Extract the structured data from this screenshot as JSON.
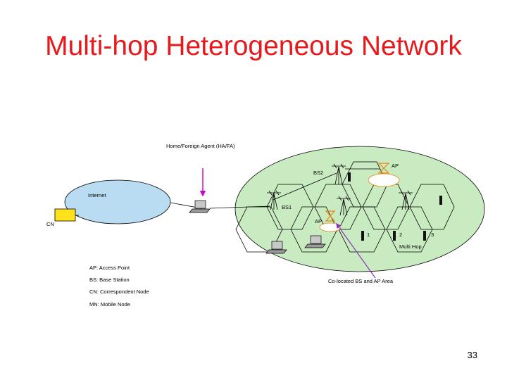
{
  "title": "Multi-hop Heterogeneous Network",
  "labels": {
    "agent": "Home/Foreign Agent (HA/FA)",
    "internet": "Internet",
    "bs1": "BS1",
    "bs2": "BS2",
    "ap_top": "AP",
    "ap_mid": "AP",
    "cn": "CN",
    "hop1": "1",
    "hop2": "2",
    "hop3": "3",
    "multi_hop": "Multi Hop",
    "colocated": "Co-located BS and AP Area"
  },
  "legend": [
    "AP: Access Point",
    "BS: Base Station",
    "CN: Correspondent Node",
    "MN: Mobile Node"
  ],
  "page_number": "33",
  "colors": {
    "title": "#e8191c",
    "internet_fill": "#b9dcf3",
    "coverage_fill": "#c9ebc1",
    "cn_box": "#ffe21c",
    "agent_arrow": "#cc00cc",
    "colocated_arrow": "#8a30b8",
    "ap_icon": "#e8870f"
  }
}
